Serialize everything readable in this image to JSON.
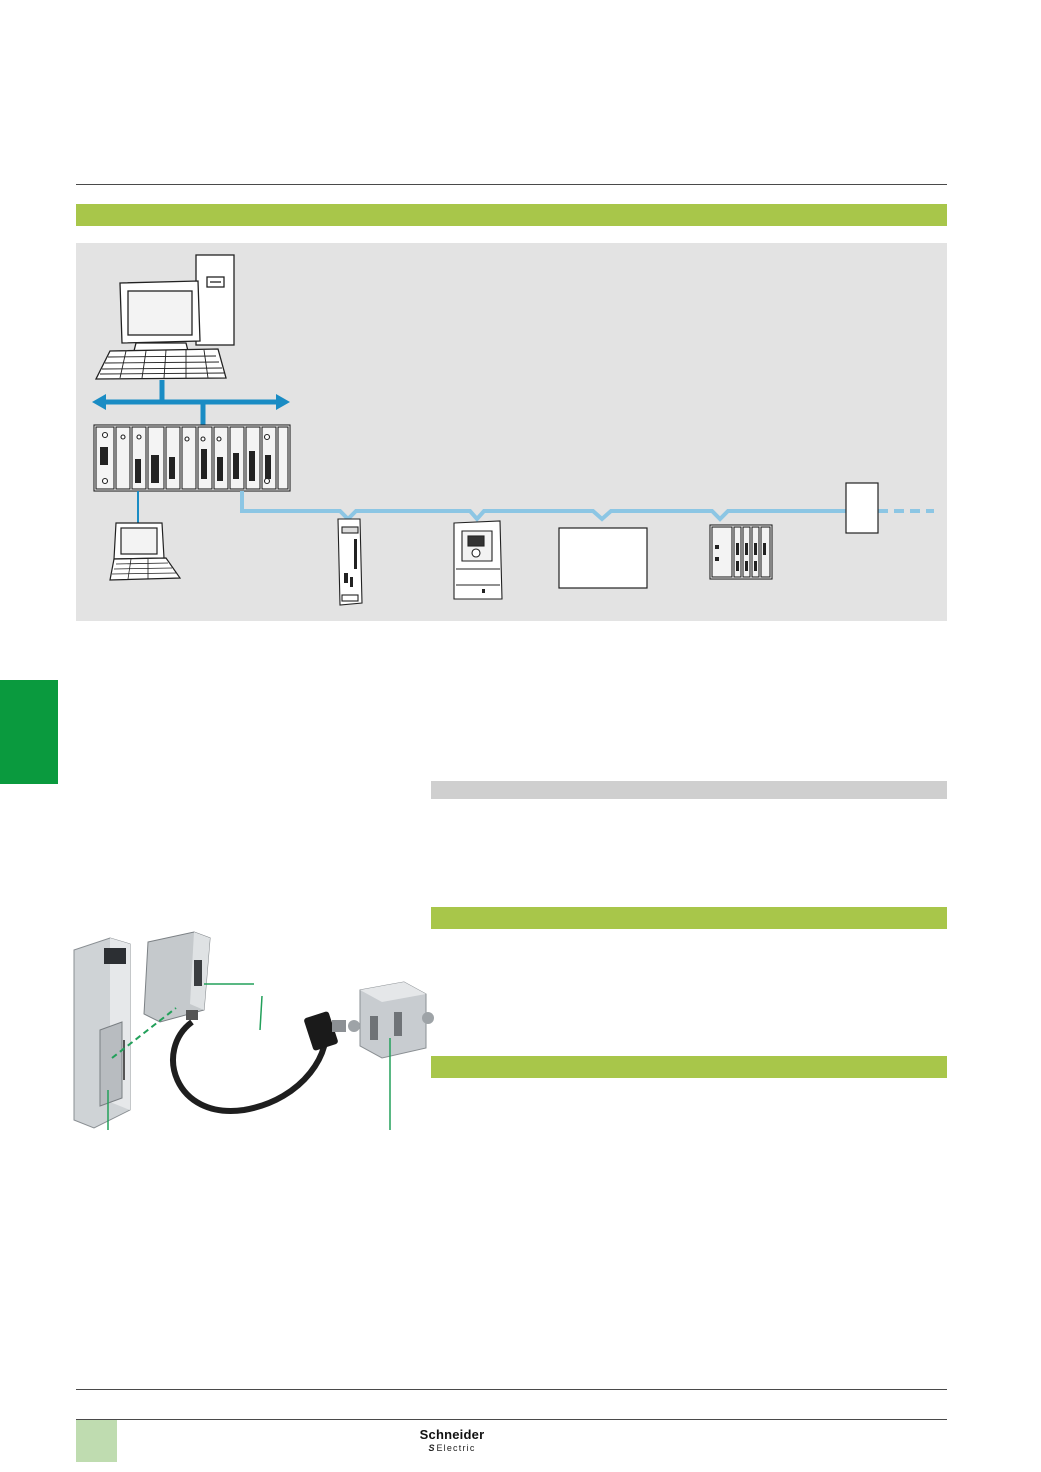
{
  "brand": {
    "name": "Schneider",
    "sub": "Electric",
    "mark": "S"
  },
  "colors": {
    "accent_green": "#a8c64a",
    "side_tab_green": "#0a9a3e",
    "network_blue_dark": "#1a8cc4",
    "network_blue_light": "#8cc6e4",
    "diagram_bg": "#e3e3e3",
    "footer_box": "#bfdcb0"
  },
  "icons": {
    "workstation": "desktop-computer-icon",
    "laptop": "laptop-icon",
    "plc_rack": "plc-rack-icon",
    "servo_drive": "servo-drive-icon",
    "variable_speed_drive": "variable-speed-drive-icon",
    "generic_device": "generic-device-icon",
    "io_island": "distributed-io-icon",
    "terminator": "line-terminator-icon",
    "comm_module": "communication-module-icon",
    "tap_junction": "tap-junction-box-icon"
  }
}
